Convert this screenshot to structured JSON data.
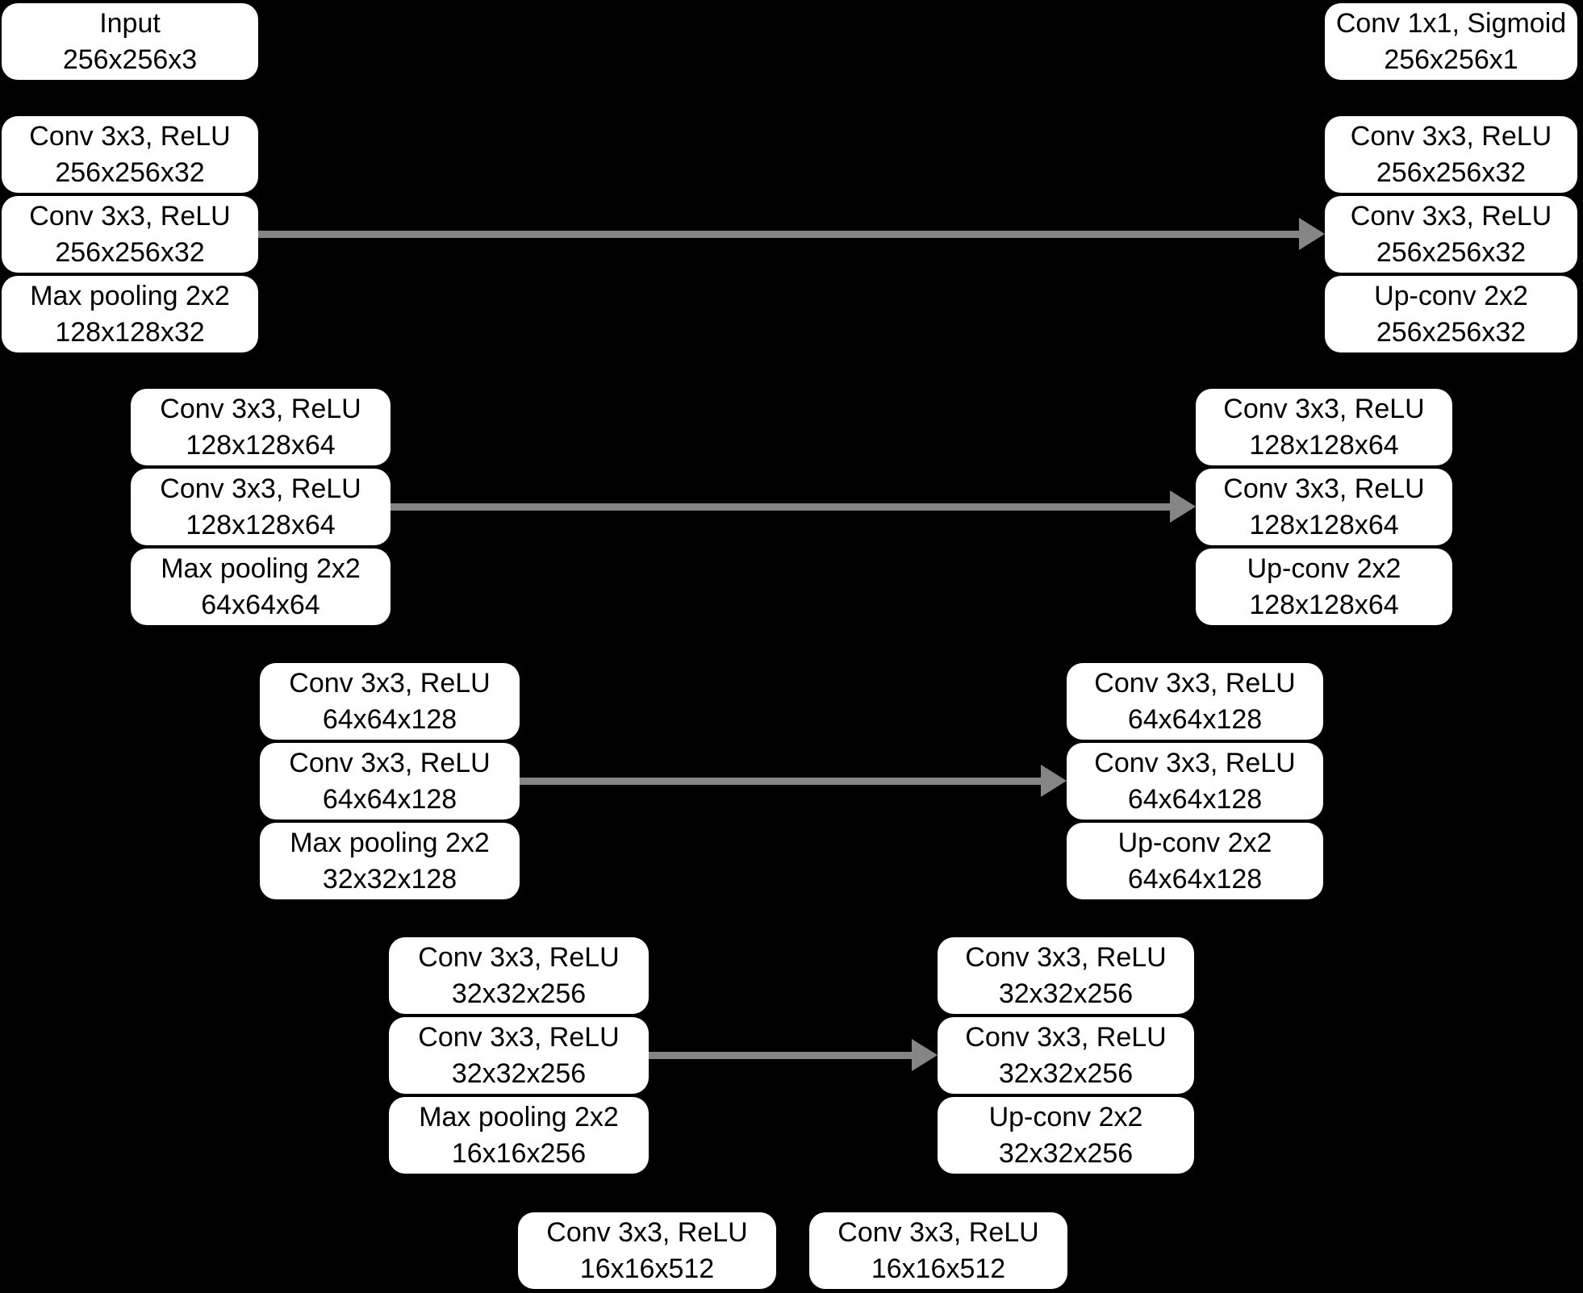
{
  "colors": {
    "background": "#000000",
    "box_fill": "#ffffff",
    "box_text": "#000000",
    "arrow": "#858585"
  },
  "encoder": {
    "input": {
      "line1": "Input",
      "line2": "256x256x3"
    },
    "levels": [
      {
        "boxes": [
          {
            "line1": "Conv 3x3, ReLU",
            "line2": "256x256x32"
          },
          {
            "line1": "Conv 3x3, ReLU",
            "line2": "256x256x32"
          },
          {
            "line1": "Max pooling 2x2",
            "line2": "128x128x32"
          }
        ]
      },
      {
        "boxes": [
          {
            "line1": "Conv 3x3, ReLU",
            "line2": "128x128x64"
          },
          {
            "line1": "Conv 3x3, ReLU",
            "line2": "128x128x64"
          },
          {
            "line1": "Max pooling 2x2",
            "line2": "64x64x64"
          }
        ]
      },
      {
        "boxes": [
          {
            "line1": "Conv 3x3, ReLU",
            "line2": "64x64x128"
          },
          {
            "line1": "Conv 3x3, ReLU",
            "line2": "64x64x128"
          },
          {
            "line1": "Max pooling 2x2",
            "line2": "32x32x128"
          }
        ]
      },
      {
        "boxes": [
          {
            "line1": "Conv 3x3, ReLU",
            "line2": "32x32x256"
          },
          {
            "line1": "Conv 3x3, ReLU",
            "line2": "32x32x256"
          },
          {
            "line1": "Max pooling 2x2",
            "line2": "16x16x256"
          }
        ]
      }
    ],
    "bottleneck": {
      "line1": "Conv 3x3, ReLU",
      "line2": "16x16x512"
    }
  },
  "decoder": {
    "bottleneck": {
      "line1": "Conv 3x3, ReLU",
      "line2": "16x16x512"
    },
    "levels": [
      {
        "boxes": [
          {
            "line1": "Conv 3x3, ReLU",
            "line2": "256x256x32"
          },
          {
            "line1": "Conv 3x3, ReLU",
            "line2": "256x256x32"
          },
          {
            "line1": "Up-conv 2x2",
            "line2": "256x256x32"
          }
        ]
      },
      {
        "boxes": [
          {
            "line1": "Conv 3x3, ReLU",
            "line2": "128x128x64"
          },
          {
            "line1": "Conv 3x3, ReLU",
            "line2": "128x128x64"
          },
          {
            "line1": "Up-conv 2x2",
            "line2": "128x128x64"
          }
        ]
      },
      {
        "boxes": [
          {
            "line1": "Conv 3x3, ReLU",
            "line2": "64x64x128"
          },
          {
            "line1": "Conv 3x3, ReLU",
            "line2": "64x64x128"
          },
          {
            "line1": "Up-conv 2x2",
            "line2": "64x64x128"
          }
        ]
      },
      {
        "boxes": [
          {
            "line1": "Conv 3x3, ReLU",
            "line2": "32x32x256"
          },
          {
            "line1": "Conv 3x3, ReLU",
            "line2": "32x32x256"
          },
          {
            "line1": "Up-conv 2x2",
            "line2": "32x32x256"
          }
        ]
      }
    ],
    "output": {
      "line1": "Conv 1x1, Sigmoid",
      "line2": "256x256x1"
    }
  },
  "skip_connections": [
    {
      "level": 1
    },
    {
      "level": 2
    },
    {
      "level": 3
    },
    {
      "level": 4
    }
  ]
}
